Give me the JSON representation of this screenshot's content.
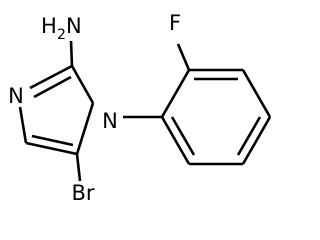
{
  "molecule": {
    "atoms": {
      "amine_h": "H",
      "amine_sub": "2",
      "amine_n": "N",
      "ring_n3": "N",
      "ring_n1": "N",
      "fluorine": "F",
      "bromine": "Br"
    }
  }
}
